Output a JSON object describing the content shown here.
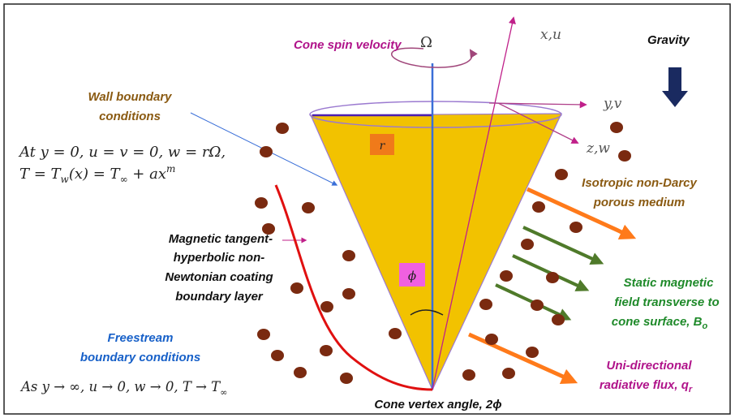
{
  "labels": {
    "cone_spin": "Cone spin velocity",
    "omega": "Ω",
    "axis_xu": "x,u",
    "axis_yv": "y,v",
    "axis_zw": "z,w",
    "gravity": "Gravity",
    "wall_bc_line1": "Wall boundary",
    "wall_bc_line2": "conditions",
    "eq1": "At y = 0, u = v = 0, w = rΩ,",
    "eq2_prefix": "T = T",
    "eq2_sub": "w",
    "eq2_mid": "(x) = T",
    "eq2_sub2": "∞",
    "eq2_suffix": " + ax",
    "eq2_sup": "m",
    "r": "r",
    "phi": "ϕ",
    "isotropic_line1": "Isotropic non-Darcy",
    "isotropic_line2": "porous medium",
    "magnetic_line1": "Magnetic tangent-",
    "magnetic_line2": "hyperbolic non-",
    "magnetic_line3": "Newtonian coating",
    "magnetic_line4": "boundary layer",
    "static_line1": "Static magnetic",
    "static_line2": "field transverse to",
    "static_line3_prefix": "cone surface, B",
    "static_line3_sub": "o",
    "freestream_line1": "Freestream",
    "freestream_line2": "boundary conditions",
    "eq3_prefix": "As y → ∞, u → 0, w → 0, T → T",
    "eq3_sub": "∞",
    "uni_line1": "Uni-directional",
    "uni_line2_prefix": "radiative flux, q",
    "uni_line2_sub": "r",
    "cone_vertex": "Cone vertex angle, 2ϕ"
  },
  "colors": {
    "cone_fill": "#f2c200",
    "cone_edge": "#9b7ad0",
    "axis_blue": "#3a6fd8",
    "particle": "#7a2a10",
    "magenta_text": "#b0138a",
    "brown_text": "#8a5a12",
    "green_text": "#1f8a2a",
    "blue_text": "#1760c8",
    "orange_arrow": "#ff7a1a",
    "green_arrow": "#4f7a2a",
    "red_layer": "#e01010",
    "gravity_arrow": "#1a2a60"
  }
}
